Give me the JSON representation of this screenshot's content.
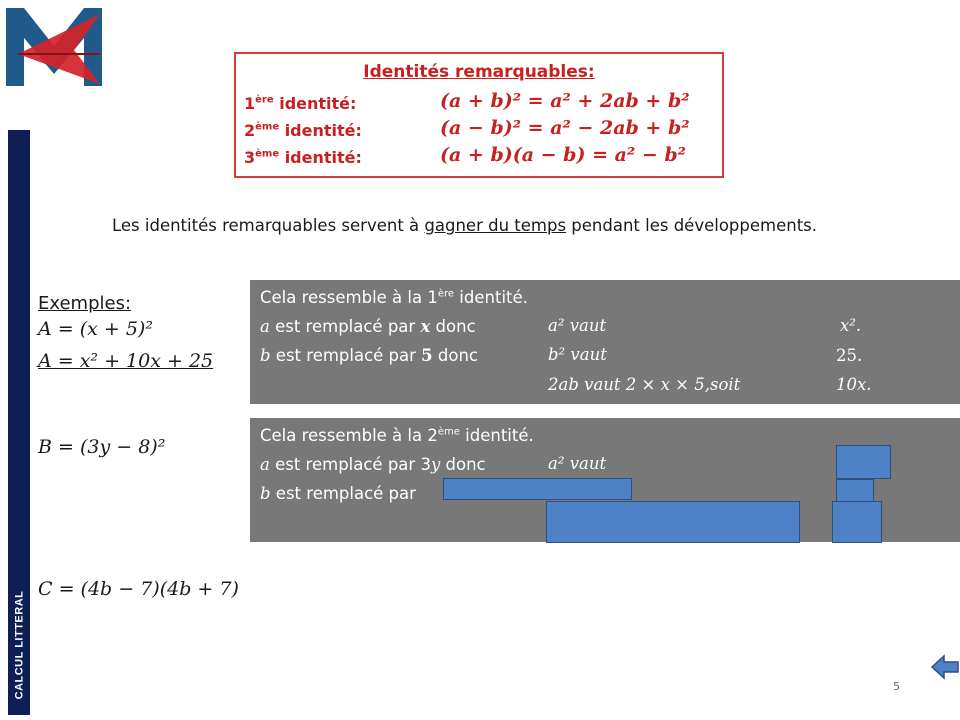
{
  "sidebar": {
    "label": "CALCUL LITTERAL"
  },
  "identities": {
    "title": "Identités remarquables:",
    "rows": [
      {
        "label_pre": "1",
        "label_sup": "ère",
        "label_post": " identité:",
        "formula": "(a + b)² = a² + 2ab + b²"
      },
      {
        "label_pre": "2",
        "label_sup": "ème",
        "label_post": " identité:",
        "formula": "(a − b)² = a² − 2ab + b²"
      },
      {
        "label_pre": "3",
        "label_sup": "ème",
        "label_post": " identité:",
        "formula": "(a + b)(a − b) = a² − b²"
      }
    ]
  },
  "intro": {
    "pre": "Les identités remarquables  servent à ",
    "underlined": "gagner du temps",
    "post": " pendant  les développements."
  },
  "examples": {
    "title": "Exemples:",
    "A_line1": "A = (x + 5)²",
    "A_line2": "A = x² + 10x + 25",
    "B": "B = (3y − 8)²",
    "C": "C = (4b − 7)(4b + 7)"
  },
  "panel_a": {
    "line1_pre": "Cela ressemble à la 1",
    "line1_sup": "ère",
    "line1_post": " identité.",
    "line2_pre": " est remplacé par ",
    "line2_post": " donc",
    "line2_val": "a² vaut",
    "line2_res": "x².",
    "line3_pre": " est remplacé par ",
    "line3_mid": "5",
    "line3_post": " donc",
    "line3_val": "b² vaut",
    "line3_res": "25.",
    "line4_val": "2ab vaut 2 × x × 5,soit",
    "line4_res": "10x."
  },
  "panel_b": {
    "line1_pre": "Cela ressemble à la 2",
    "line1_sup": "ème",
    "line1_post": " identité.",
    "line2_pre": " est remplacé par 3",
    "line2_post": " donc",
    "line2_val": "a² vaut",
    "line3_pre": " est remplacé par"
  },
  "page_number": "5",
  "colors": {
    "accent_red": "#c8201e",
    "sidebar_navy": "#0e1f55",
    "panel_gray": "#787878",
    "mask_blue": "#4f81c7"
  }
}
